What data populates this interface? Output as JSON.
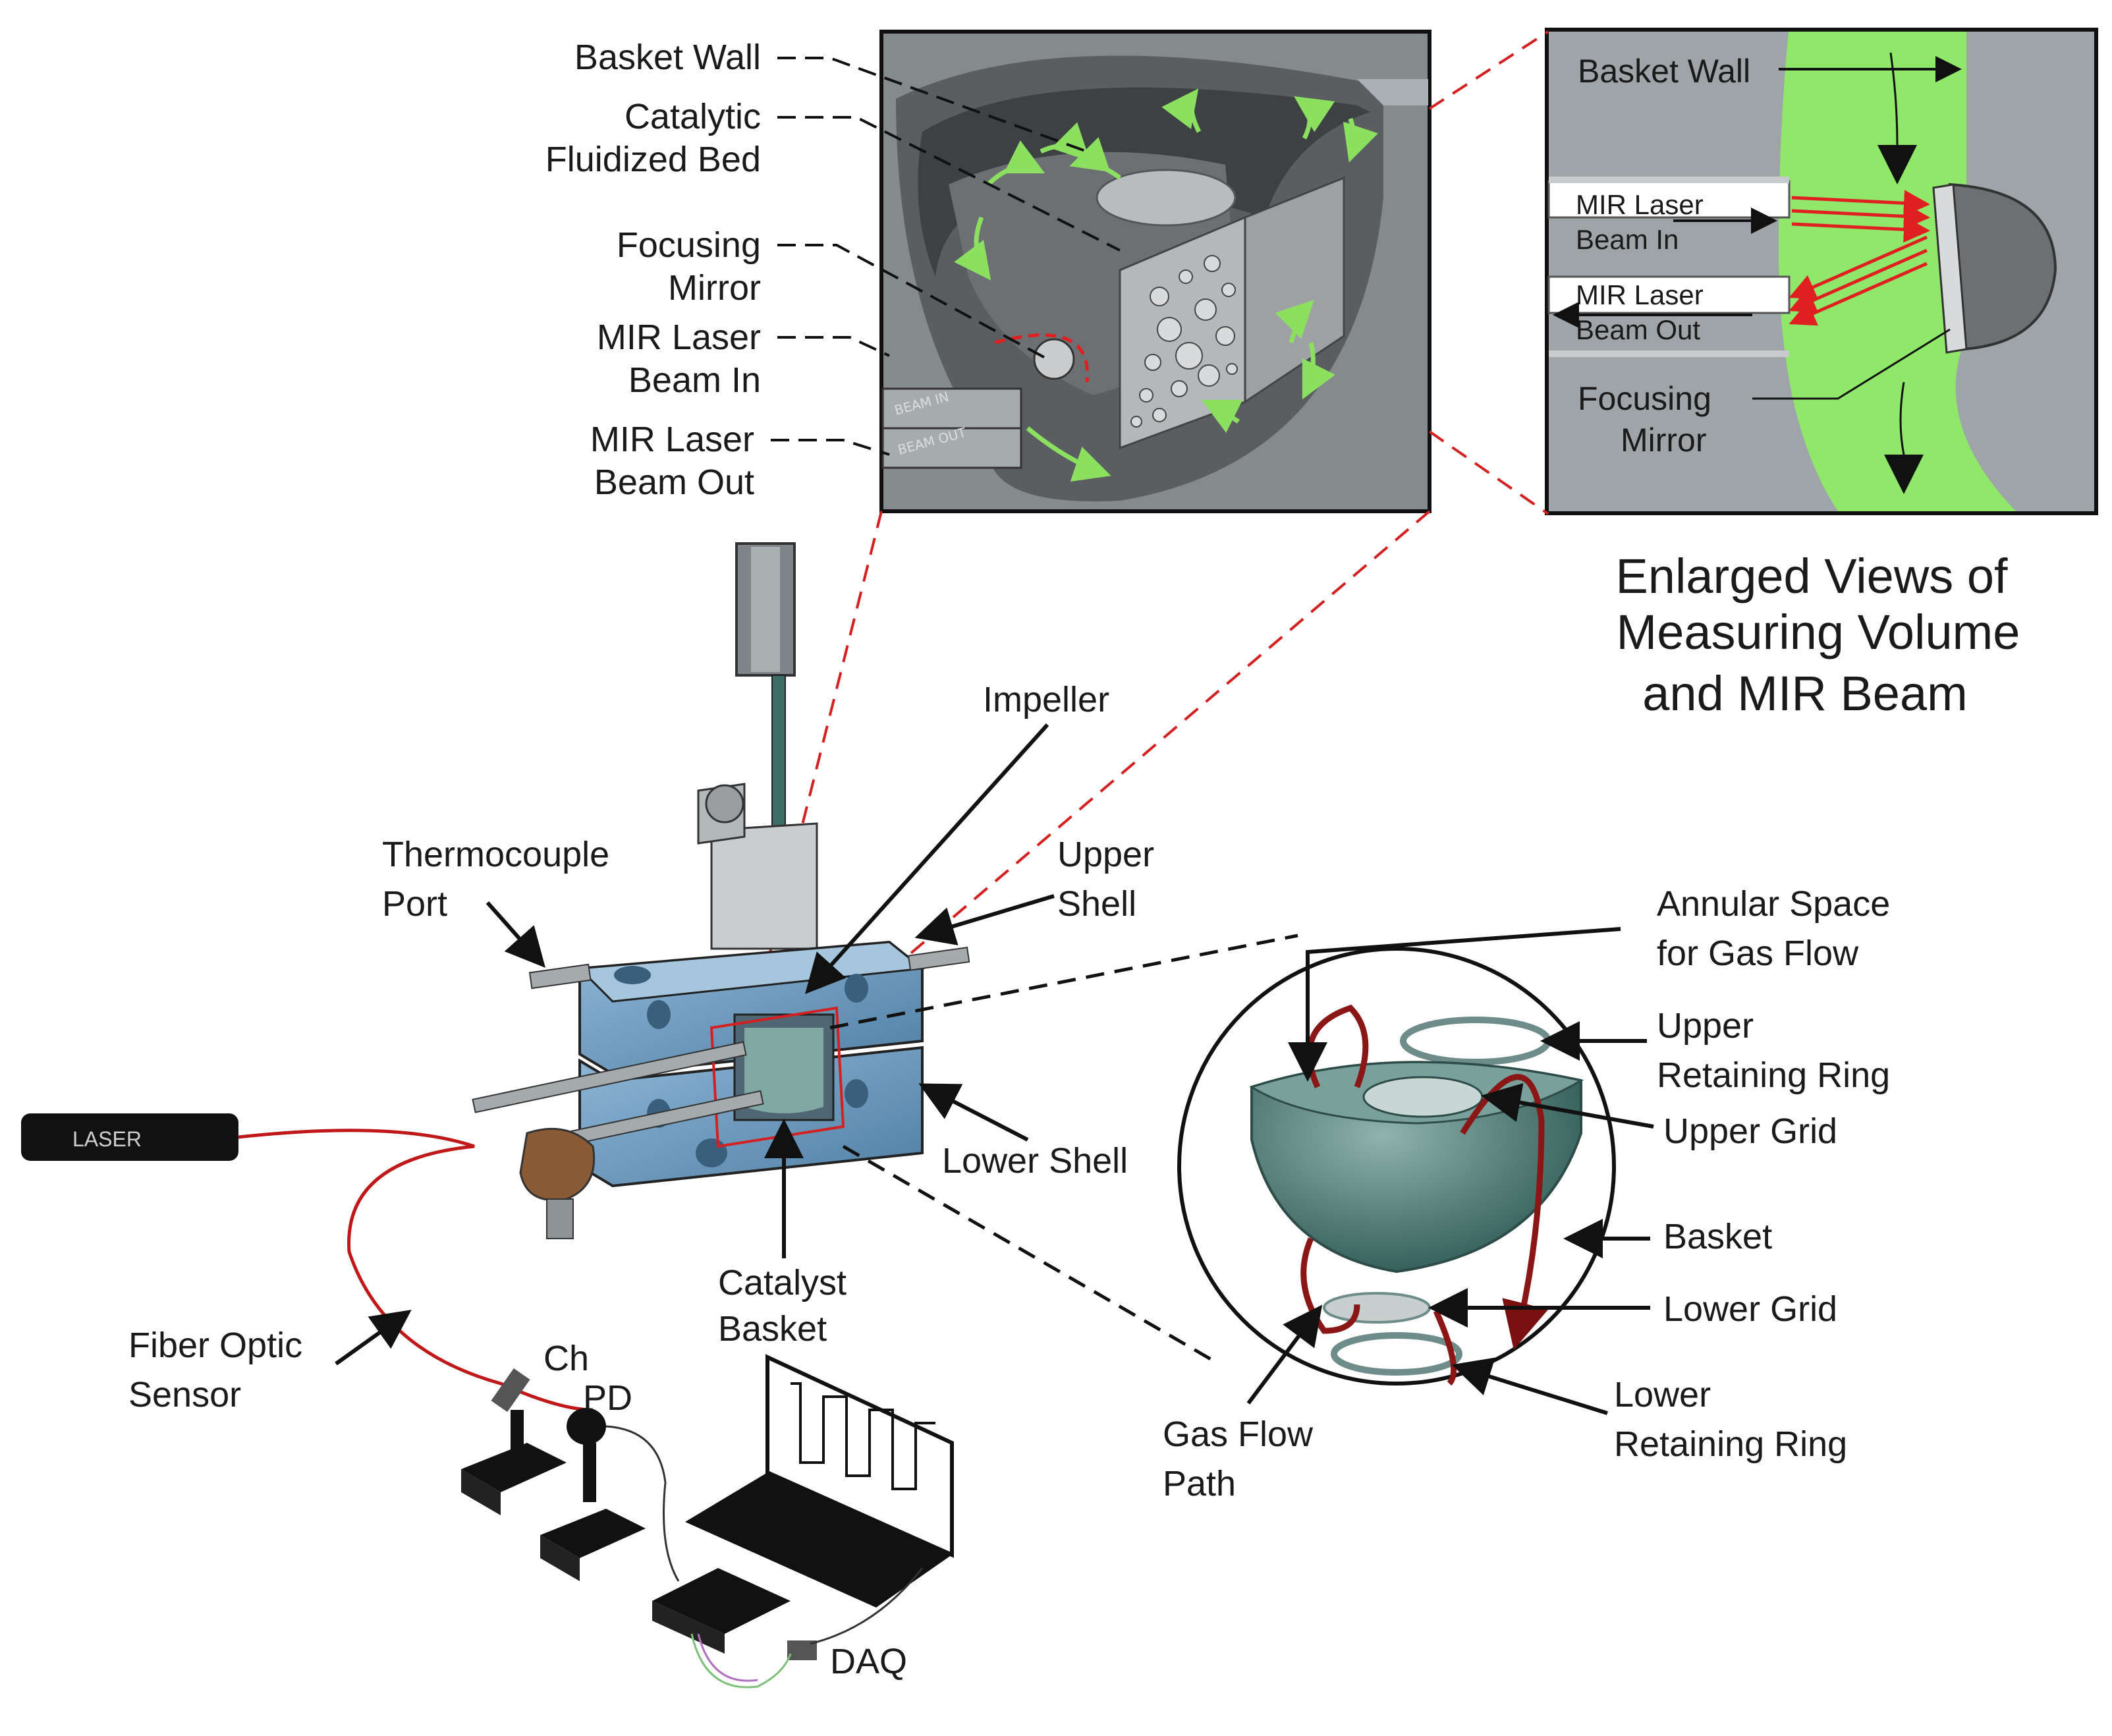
{
  "labels": {
    "basket_wall": "Basket Wall",
    "catalytic_1": "Catalytic",
    "catalytic_2": "Fluidized Bed",
    "focusing_1": "Focusing",
    "focusing_2": "Mirror",
    "beam_in_1": "MIR Laser",
    "beam_in_2": "Beam In",
    "beam_out_1": "MIR Laser",
    "beam_out_2": "Beam Out",
    "thermocouple_1": "Thermocouple",
    "thermocouple_2": "Port",
    "impeller": "Impeller",
    "upper_shell_1": "Upper",
    "upper_shell_2": "Shell",
    "lower_shell": "Lower Shell",
    "catalyst_basket_1": "Catalyst",
    "catalyst_basket_2": "Basket",
    "fiber_1": "Fiber Optic",
    "fiber_2": "Sensor",
    "ch": "Ch",
    "pd": "PD",
    "daq": "DAQ",
    "laser": "LASER",
    "annular_1": "Annular Space",
    "annular_2": "for Gas Flow",
    "upper_ring_1": "Upper",
    "upper_ring_2": "Retaining Ring",
    "upper_grid": "Upper Grid",
    "basket": "Basket",
    "lower_grid": "Lower Grid",
    "lower_ring_1": "Lower",
    "lower_ring_2": "Retaining Ring",
    "gas_flow_1": "Gas Flow",
    "gas_flow_2": "Path"
  },
  "enlarged": {
    "basket_wall": "Basket Wall",
    "beam_in_1": "MIR Laser",
    "beam_in_2": "Beam In",
    "beam_out_1": "MIR Laser",
    "beam_out_2": "Beam Out",
    "focusing_1": "Focusing",
    "focusing_2": "Mirror",
    "tag_in": "BEAM IN",
    "tag_out": "BEAM OUT"
  },
  "title": {
    "line1": "Enlarged Views of",
    "line2": "Measuring Volume",
    "line3": "and MIR Beam"
  },
  "colors": {
    "shell": "#6e9cc0",
    "accent_red": "#c8102e",
    "flow_green": "#8be060",
    "basket_teal": "#4f7d78"
  }
}
